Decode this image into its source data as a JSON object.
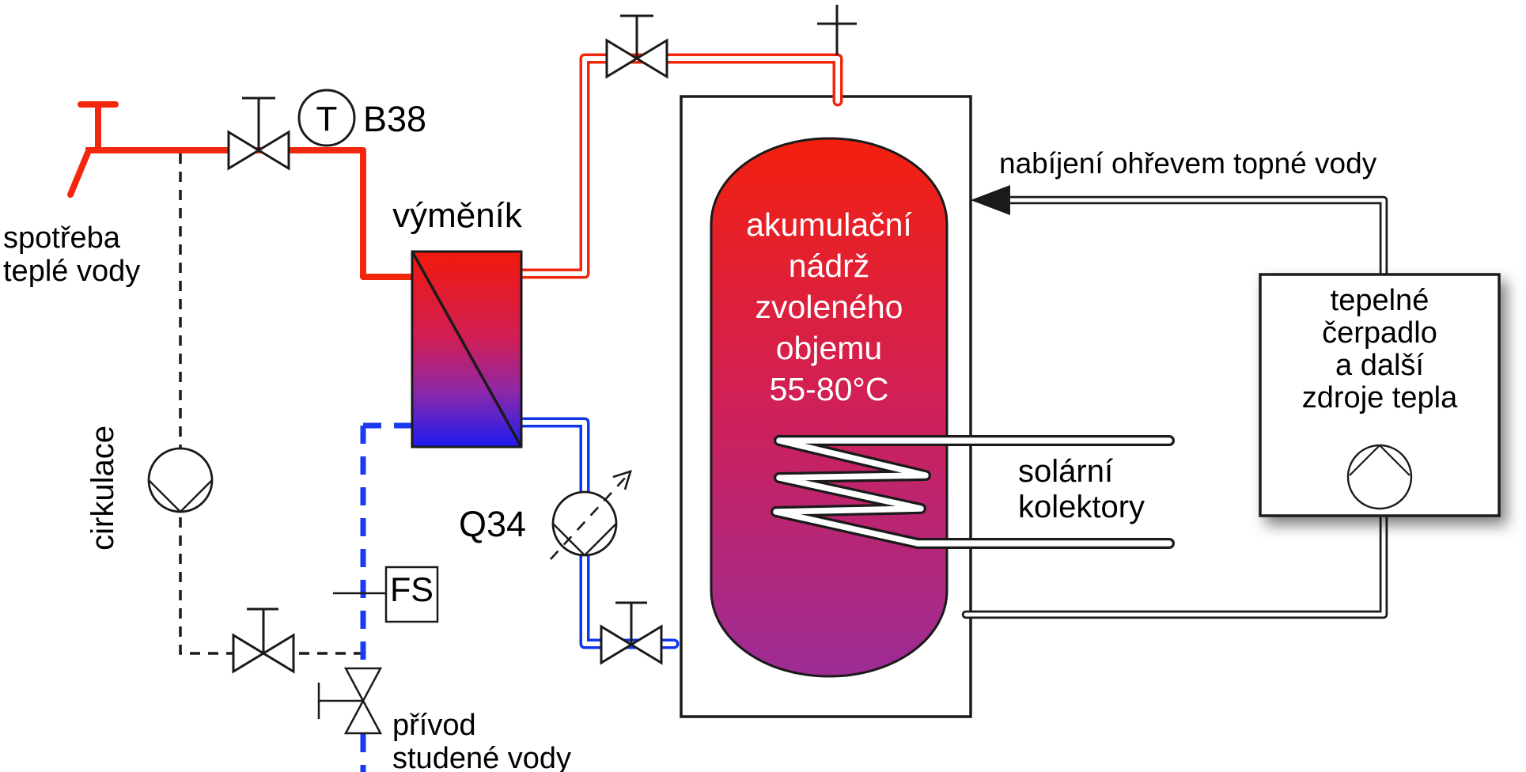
{
  "diagram": {
    "labels": {
      "hot_water_consumption": {
        "line1": "spotřeba",
        "line2": "teplé vody"
      },
      "heat_exchanger": "výměník",
      "temp_sensor_letter": "T",
      "temp_sensor_id": "B38",
      "circulation": "cirkulace",
      "pump_id": "Q34",
      "flow_switch": "FS",
      "cold_water_supply": {
        "line1": "přívod",
        "line2": "studené vody"
      },
      "tank": {
        "line1": "akumulační",
        "line2": "nádrž",
        "line3": "zvoleného",
        "line4": "objemu",
        "line5": "55-80°C"
      },
      "charging": "nabíjení ohřevem topné vody",
      "solar": {
        "line1": "solární",
        "line2": "kolektory"
      },
      "heat_source_box": {
        "line1": "tepelné",
        "line2": "čerpadlo",
        "line3": "a další",
        "line4": "zdroje tepla"
      }
    },
    "colors": {
      "hot_pipe": "#f2270e",
      "cold_pipe": "#1236f0",
      "cold_supply_dashed": "#1a3bf2",
      "line_black": "#1a1a1a",
      "tank_gradient_top": "#f3200e",
      "tank_gradient_mid": "#cf2058",
      "tank_gradient_bottom": "#9c2c95",
      "exchanger_gradient_top": "#f2190b",
      "exchanger_gradient_mid": "#d01e56",
      "exchanger_gradient_purple": "#8c28a8",
      "exchanger_gradient_bottom": "#1d1cf2",
      "tank_text": "#ffffff"
    }
  }
}
